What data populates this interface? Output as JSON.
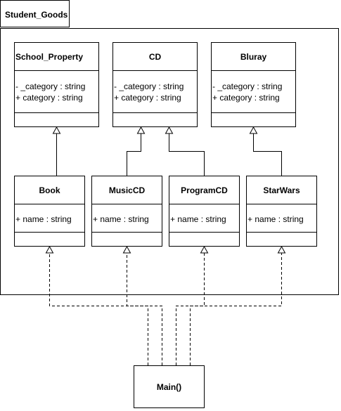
{
  "package": {
    "name": "Student_Goods"
  },
  "top_classes": [
    {
      "name": "School_Property",
      "attributes": [
        "- _category : string",
        "+ category : string"
      ]
    },
    {
      "name": "CD",
      "attributes": [
        "- _category : string",
        "+ category : string"
      ]
    },
    {
      "name": "Bluray",
      "attributes": [
        "- _category : string",
        "+ category : string"
      ]
    }
  ],
  "bottom_classes": [
    {
      "name": "Book",
      "attributes": [
        "+ name : string"
      ]
    },
    {
      "name": "MusicCD",
      "attributes": [
        "+ name : string"
      ]
    },
    {
      "name": "ProgramCD",
      "attributes": [
        "+ name : string"
      ]
    },
    {
      "name": "StarWars",
      "attributes": [
        "+ name : string"
      ]
    }
  ],
  "main": {
    "name": "Main()"
  }
}
